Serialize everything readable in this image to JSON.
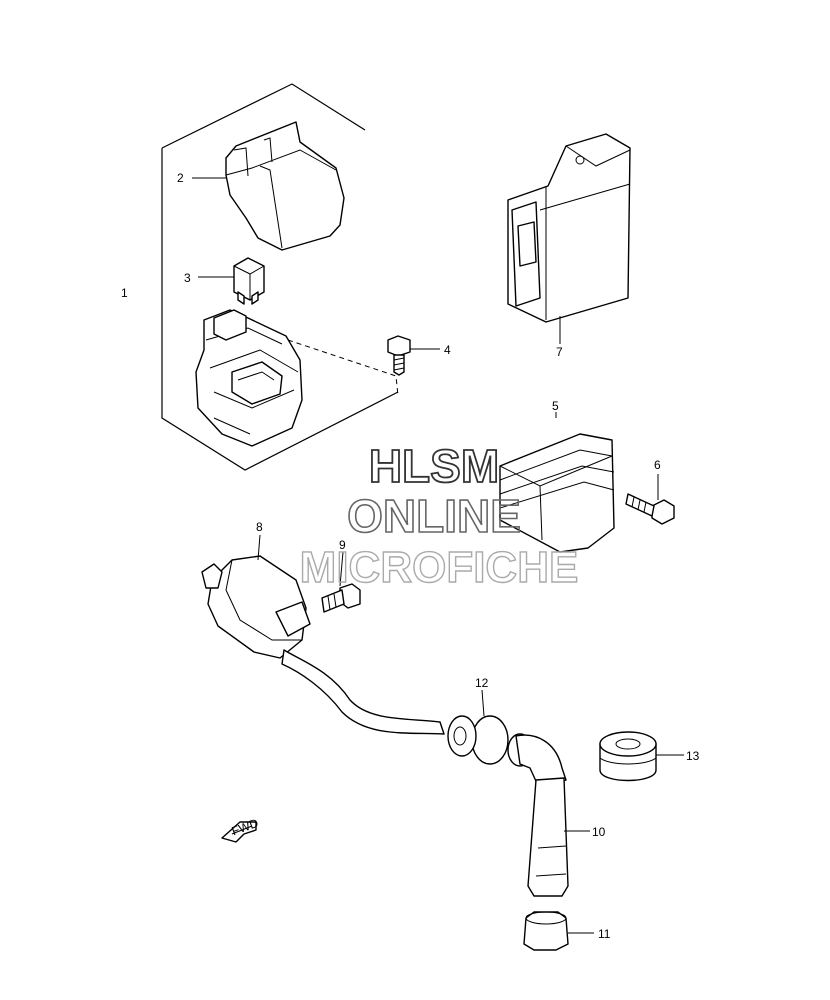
{
  "callouts": [
    "1",
    "2",
    "3",
    "4",
    "5",
    "6",
    "7",
    "8",
    "9",
    "10",
    "11",
    "12",
    "13"
  ],
  "watermark": {
    "line1": "HLSM",
    "line2": "ONLINE",
    "line3": "MICROFICHE"
  },
  "fwd_arrow_label": "FWD"
}
